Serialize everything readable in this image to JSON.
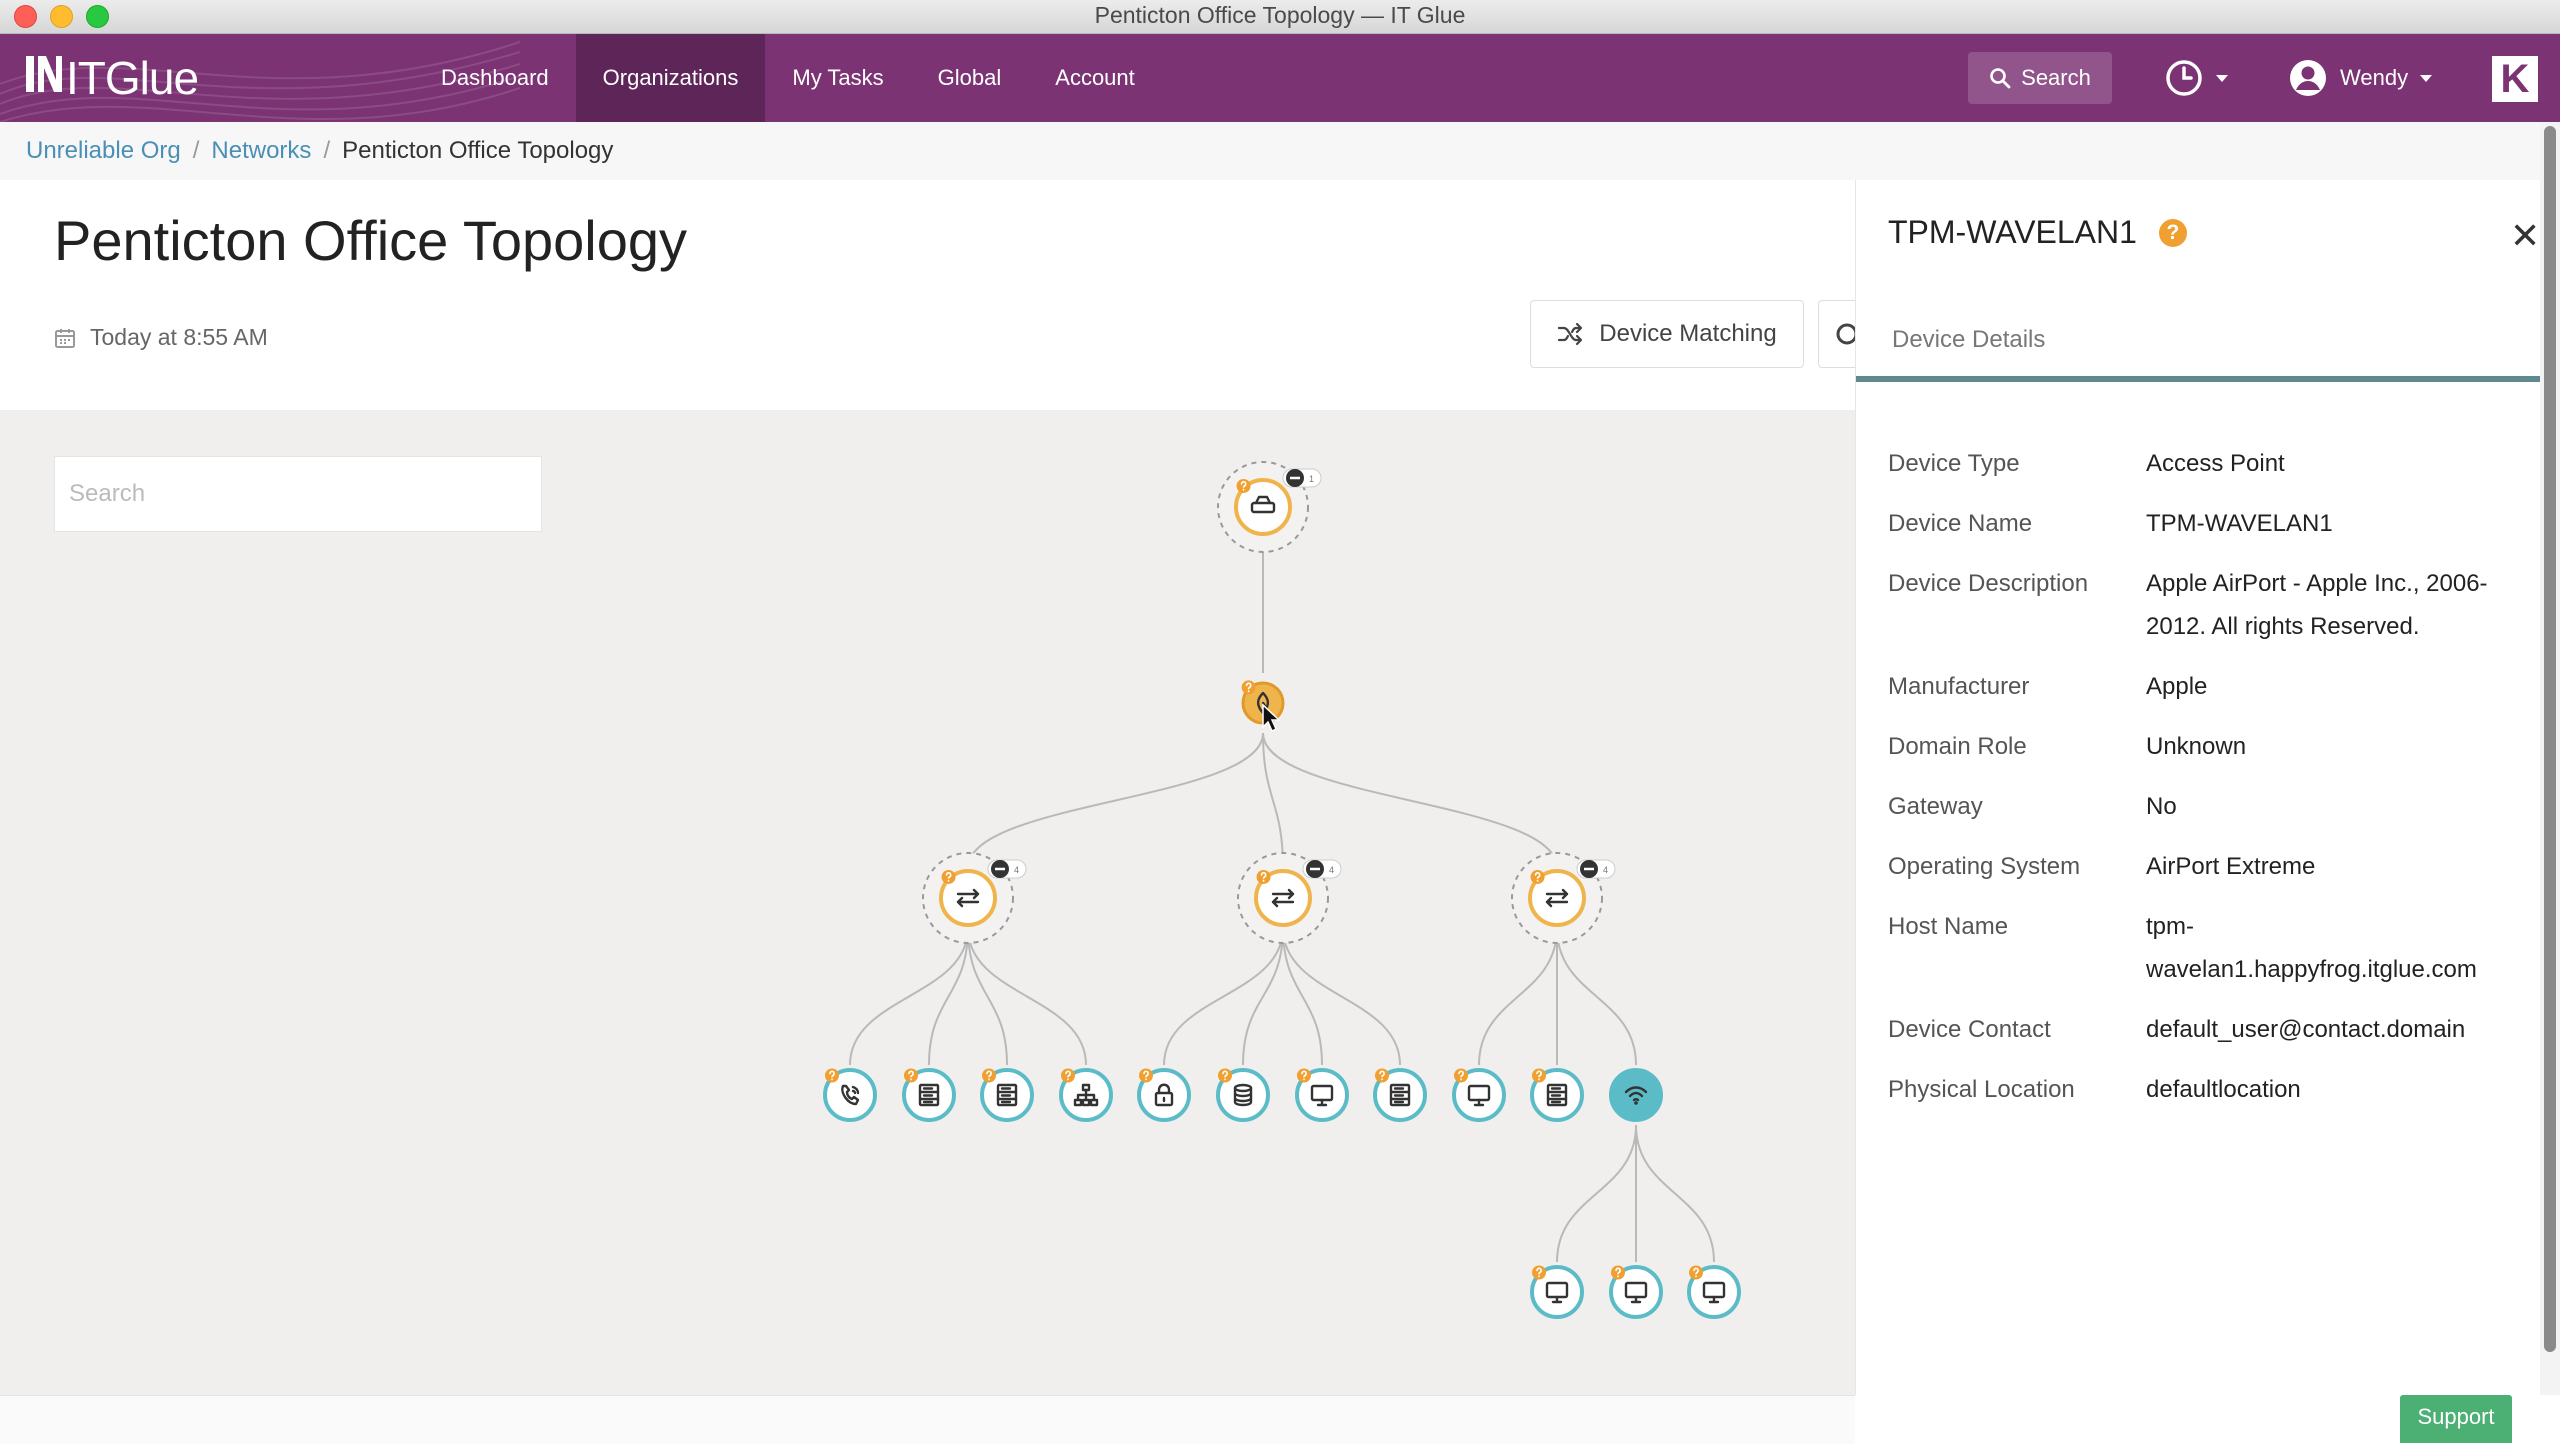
{
  "window": {
    "title": "Penticton Office Topology — IT Glue"
  },
  "nav": {
    "brand": "ITGlue",
    "links": [
      {
        "label": "Dashboard",
        "active": false
      },
      {
        "label": "Organizations",
        "active": true
      },
      {
        "label": "My Tasks",
        "active": false
      },
      {
        "label": "Global",
        "active": false
      },
      {
        "label": "Account",
        "active": false
      }
    ],
    "search_label": "Search",
    "user_name": "Wendy",
    "k_badge": "K",
    "accent_color": "#7b3374"
  },
  "breadcrumb": {
    "items": [
      "Unreliable Org",
      "Networks"
    ],
    "current": "Penticton Office Topology"
  },
  "page": {
    "title": "Penticton Office Topology",
    "updated": "Today at 8:55 AM",
    "device_matching_label": "Device Matching"
  },
  "canvas": {
    "search_placeholder": "Search"
  },
  "panel": {
    "title": "TPM-WAVELAN1",
    "tab": "Device Details",
    "details": [
      {
        "label": "Device Type",
        "value": "Access Point"
      },
      {
        "label": "Device Name",
        "value": "TPM-WAVELAN1"
      },
      {
        "label": "Device Description",
        "value": "Apple AirPort - Apple Inc., 2006-2012. All rights Reserved."
      },
      {
        "label": "Manufacturer",
        "value": "Apple"
      },
      {
        "label": "Domain Role",
        "value": "Unknown"
      },
      {
        "label": "Gateway",
        "value": "No"
      },
      {
        "label": "Operating System",
        "value": "AirPort Extreme"
      },
      {
        "label": "Host Name",
        "value": "tpm-wavelan1.happyfrog.itglue.com"
      },
      {
        "label": "Device Contact",
        "value": "default_user@contact.domain"
      },
      {
        "label": "Physical Location",
        "value": "defaultlocation"
      }
    ]
  },
  "topology": {
    "node_accent": "#f0b44c",
    "leaf_accent": "#5bbcc8",
    "nodes": [
      {
        "id": "root",
        "icon": "router-icon",
        "kind": "hub",
        "label": "",
        "badge": "1"
      },
      {
        "id": "firewall",
        "icon": "firewall-icon",
        "kind": "selected",
        "label": ""
      },
      {
        "id": "switch-a",
        "icon": "switch-icon",
        "kind": "hub",
        "label": "",
        "badge": "4"
      },
      {
        "id": "switch-b",
        "icon": "switch-icon",
        "kind": "hub",
        "label": "",
        "badge": "4"
      },
      {
        "id": "switch-c",
        "icon": "switch-icon",
        "kind": "hub",
        "label": "",
        "badge": "4"
      },
      {
        "id": "leaf-1",
        "icon": "phone-icon",
        "kind": "leaf",
        "label": ""
      },
      {
        "id": "leaf-2",
        "icon": "server-icon",
        "kind": "leaf",
        "label": ""
      },
      {
        "id": "leaf-3",
        "icon": "server-icon",
        "kind": "leaf",
        "label": ""
      },
      {
        "id": "leaf-4",
        "icon": "network-icon",
        "kind": "leaf",
        "label": ""
      },
      {
        "id": "leaf-5",
        "icon": "lock-icon",
        "kind": "leaf",
        "label": ""
      },
      {
        "id": "leaf-6",
        "icon": "database-icon",
        "kind": "leaf",
        "label": ""
      },
      {
        "id": "leaf-7",
        "icon": "monitor-icon",
        "kind": "leaf",
        "label": ""
      },
      {
        "id": "leaf-8",
        "icon": "server-icon",
        "kind": "leaf",
        "label": ""
      },
      {
        "id": "leaf-9",
        "icon": "monitor-icon",
        "kind": "leaf",
        "label": ""
      },
      {
        "id": "leaf-10",
        "icon": "server-icon",
        "kind": "leaf",
        "label": ""
      },
      {
        "id": "wavelan",
        "icon": "wifi-icon",
        "kind": "selected-leaf",
        "label": ""
      },
      {
        "id": "leaf-12",
        "icon": "monitor-icon",
        "kind": "leaf",
        "label": ""
      },
      {
        "id": "leaf-13",
        "icon": "monitor-icon",
        "kind": "leaf",
        "label": ""
      },
      {
        "id": "leaf-14",
        "icon": "monitor-icon",
        "kind": "leaf",
        "label": ""
      }
    ],
    "edges": [
      [
        "root",
        "firewall"
      ],
      [
        "firewall",
        "switch-a"
      ],
      [
        "firewall",
        "switch-b"
      ],
      [
        "firewall",
        "switch-c"
      ],
      [
        "switch-a",
        "leaf-1"
      ],
      [
        "switch-a",
        "leaf-2"
      ],
      [
        "switch-a",
        "leaf-3"
      ],
      [
        "switch-a",
        "leaf-4"
      ],
      [
        "switch-b",
        "leaf-5"
      ],
      [
        "switch-b",
        "leaf-6"
      ],
      [
        "switch-b",
        "leaf-7"
      ],
      [
        "switch-b",
        "leaf-8"
      ],
      [
        "switch-c",
        "leaf-9"
      ],
      [
        "switch-c",
        "leaf-10"
      ],
      [
        "switch-c",
        "wavelan"
      ],
      [
        "wavelan",
        "leaf-12"
      ],
      [
        "wavelan",
        "leaf-13"
      ],
      [
        "wavelan",
        "leaf-14"
      ]
    ]
  },
  "support": {
    "label": "Support"
  }
}
